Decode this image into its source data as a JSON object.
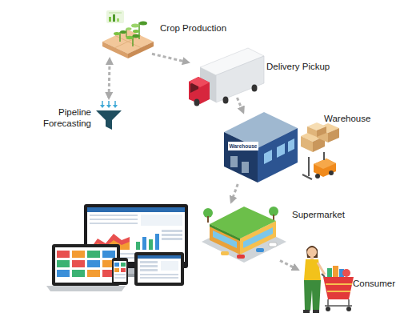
{
  "diagram": {
    "nodes": [
      {
        "text": [
          "Crop Production"
        ]
      },
      {
        "text": [
          "Delivery Pickup"
        ]
      },
      {
        "text": [
          "Pipeline Forecasting"
        ]
      },
      {
        "text": [
          "Warehouse"
        ]
      },
      {
        "text": [
          "Supermarket"
        ]
      },
      {
        "text": [
          "Consumer"
        ]
      }
    ],
    "edges": [
      {
        "from": 0,
        "to": 1,
        "arrow": "to"
      },
      {
        "from": 1,
        "to": 3,
        "arrow": "to"
      },
      {
        "from": 2,
        "to": 0,
        "arrow": "both"
      },
      {
        "from": 3,
        "to": 4,
        "arrow": "to"
      },
      {
        "from": 4,
        "to": 5,
        "arrow": "to"
      }
    ],
    "labels": [
      "Warehouse"
    ]
  }
}
